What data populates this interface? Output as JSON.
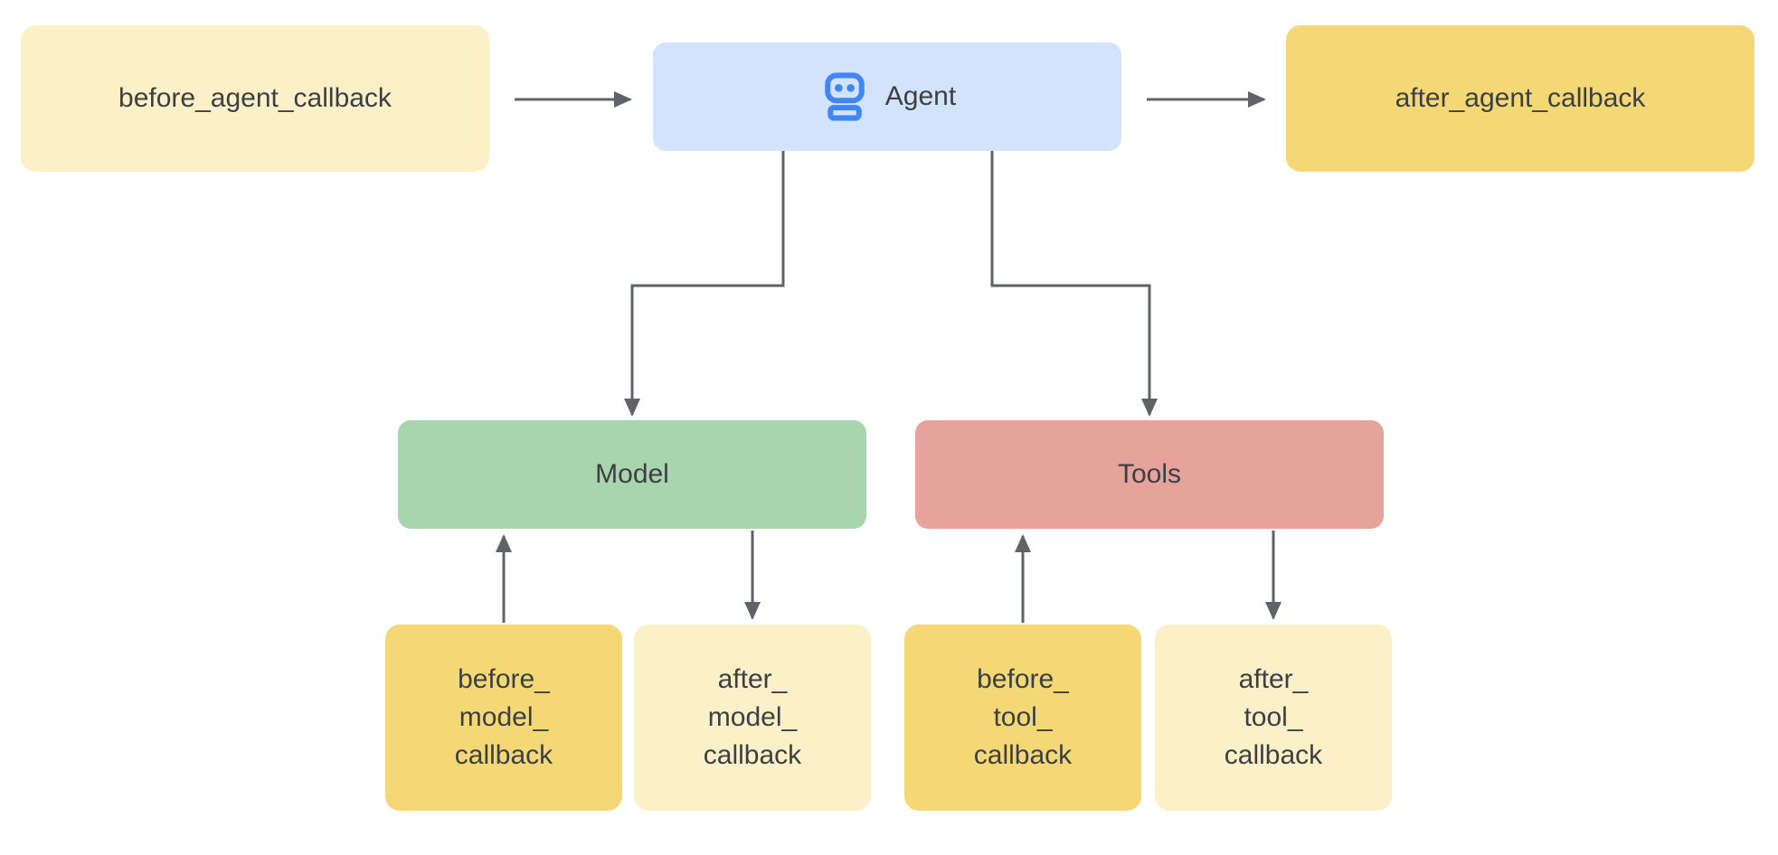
{
  "colors": {
    "background": "#ffffff",
    "light_yellow": "#fbf0c7",
    "dark_yellow": "#f5d876",
    "blue": "#d2e3fc",
    "green": "#a8d4ae",
    "red": "#e5a39b",
    "arrow": "#5f6368",
    "text": "#3c4043",
    "icon_blue": "#4285f4"
  },
  "nodes": {
    "before_agent_callback": {
      "label": "before_agent_callback"
    },
    "agent": {
      "label": "Agent",
      "icon": "robot-icon"
    },
    "after_agent_callback": {
      "label": "after_agent_callback"
    },
    "model": {
      "label": "Model"
    },
    "tools": {
      "label": "Tools"
    },
    "before_model_callback": {
      "label": "before_\nmodel_\ncallback"
    },
    "after_model_callback": {
      "label": "after_\nmodel_\ncallback"
    },
    "before_tool_callback": {
      "label": "before_\ntool_\ncallback"
    },
    "after_tool_callback": {
      "label": "after_\ntool_\ncallback"
    }
  },
  "edges": [
    {
      "from": "before_agent_callback",
      "to": "agent"
    },
    {
      "from": "agent",
      "to": "after_agent_callback"
    },
    {
      "from": "agent",
      "to": "model"
    },
    {
      "from": "agent",
      "to": "tools"
    },
    {
      "from": "before_model_callback",
      "to": "model"
    },
    {
      "from": "model",
      "to": "after_model_callback"
    },
    {
      "from": "before_tool_callback",
      "to": "tools"
    },
    {
      "from": "tools",
      "to": "after_tool_callback"
    }
  ]
}
